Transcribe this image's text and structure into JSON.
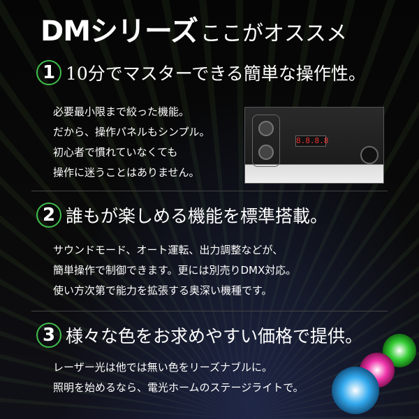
{
  "title": {
    "main": "DMシリーズ",
    "sub": "ここがオススメ"
  },
  "sections": [
    {
      "number": "1",
      "heading": "10分でマスターできる簡単な操作性。",
      "lines": [
        "必要最小限まで絞った機能。",
        "だから、操作パネルもシンプル。",
        "初心者で慣れていなくても",
        "操作に迷うことはありません。"
      ]
    },
    {
      "number": "2",
      "heading": "誰もが楽しめる機能を標準搭載。",
      "lines": [
        "サウンドモード、オート運転、出力調整などが、",
        "簡単操作で制御できます。更には別売りDMX対応。",
        "使い方次第で能力を拡張する奥深い機種です。"
      ]
    },
    {
      "number": "3",
      "heading": "様々な色をお求めやすい価格で提供。",
      "lines": [
        "レーザー光は他では無い色をリーズナブルに。",
        "照明を始めるなら、電光ホームのステージライトで。"
      ]
    }
  ],
  "photo": {
    "display": "8.8.8.8"
  },
  "colors": {
    "accent": "#3fbf4c"
  }
}
